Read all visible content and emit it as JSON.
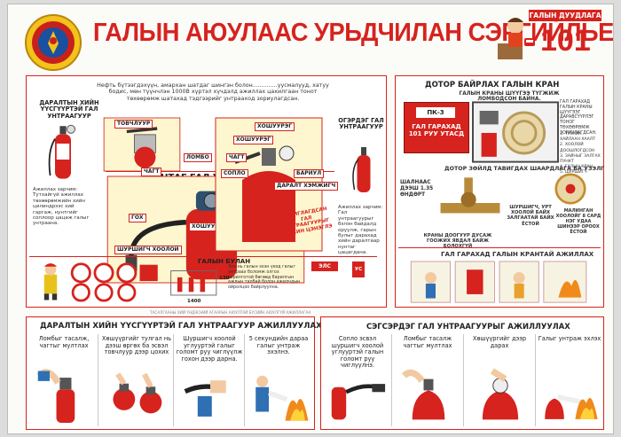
{
  "header": {
    "title": "ГАЛЫН АЮУЛААС УРЬДЧИЛАН СЭРГИЙЛЬЕ!",
    "hotline_label": "ГАЛЫН ДУУДЛАГА",
    "hotline_number": "101"
  },
  "left_panel": {
    "powder_title": "ДАРАЛТЫН ХИЙН ҮҮСГҮҮРТЭЙ ГАЛ УНТРААГУУР",
    "main_title": "НУНТАГ ГАЛ УНТРААГУУР",
    "intro": "Нефть бүтээгдэхүүн, амархан шатдаг шингэн болон..............уусмалууд, хатуу бодис, мөн түүнчлэн 1000В хүртэл хүчдэлд ажиллах цахилгаан тонот төхөөрөмж шатахад тэдгээрийг унтрааход зориулагдсан.",
    "gas_title": "ОГЭРДЭГ ГАЛ УНТРААГУУР",
    "labels": {
      "lever": "ТОВЧЛУУР",
      "seal": "ЛОМБО",
      "check": "ЧАГТ",
      "hose": "ШУРШИГЧ ХООЛОЙ",
      "body": "ХОШУУРЭГ",
      "gox": "ГОХ",
      "gas_lever": "ХОШУУРЭГ",
      "gas_check": "ЧАГТ",
      "gas_nozzle": "СОПЛО",
      "gauge": "БАРИУЛ",
      "pressure": "ДАРАЛТ ХЭМЖИГЧ"
    },
    "gas_note": "АШИГЛАГДСАН ГАЛ УНТРААГУУРЫГ ДАХИН ЦЭНЭГЛЭ",
    "side_note_left": "Ажиллах зарчим: Тутхайгүй ажиллах төхөөрөмжийн хийн цилиндрээс хий гаргаж, нунтгийг соплоор цацаж галыг унтраана.",
    "side_note_right": "Ажиллах зарчим: Гал унтраагуурыг бэлэн байдалд оруулж, гарын булыг дарахад хийн даралтаар нунтаг цацагдана."
  },
  "fire_shield": {
    "title": "ГАЛЫН БУЛАН",
    "measure_h": "1400",
    "measure_v": "130",
    "desc": "Энэ нь галын эхэн үеэд галыг унтраах боломж олгох зорилготой бөгөөд барилгын ажлын талбай болон ажилчдын ойролцоо байрлуулна.",
    "hydrant_tag": "ЭЛС",
    "extinguisher_tag": "УС"
  },
  "right_panel": {
    "title": "ДОТОР БАЙРЛАХ ГАЛЫН КРАН",
    "cabinet_caption": "ГАЛЫН КРАНЫ ШҮҮГЭЭ ТҮГЖИЖ ЛОМБОДСОН БАЙНА.",
    "cabinet_code": "ПК-3",
    "cabinet_call": "ГАЛ ГАРАХАД 101 РУУ УТАСД",
    "cabinet_note": "ГАЛ ГАРАХАД ГАЛЫН КРАНЫ ШҮҮГЭЭГ ДАРАВСҮҮРЛЭГ ТОНОГ ТӨХӨӨРӨМЖ ЗОРИУЛАГДСАН.",
    "checklist": [
      "ТУХАЙН ХАЙЛААН ХААЛТ",
      "ХООЛОЙ ДООШЛОГДСОН",
      "ЗАЙНЫГ ЗАЛГАХ ПУНКТ",
      "ГАЛЫН КРАН",
      "ШУРШИГЧ ХООЛОЙ",
      "СТВОЛ"
    ],
    "floor_caption": "ДОТОР ЗӨЙЛД ТАВИГДАХ ШААРДЛАГА БА УЗЭЛГ",
    "valve_height": "ШАЛНААС ДЭЭШ 1.35 ӨНДӨРТ",
    "hose_caption": "ШУРШИГЧ, УРТ ХООЛОЙ БАЙХ ЗАЛГААТАЙ БАЙХ ЁСТОЙ",
    "reel_caption": "МАЛИНГАН ХООЛОЙГ 8 САРД НЭГ УДАА ШИНЭЭР ОРООХ ЁСТОЙ",
    "pipe_caption": "КРАНЫ ДООГУУР ДУСАЖ ГООЖИХ ЯВДАЛ БАЙЖ БОЛОХГҮЙ",
    "usage_title": "ГАЛ ГАРАХАД ГАЛЫН КРАНТАЙ АЖИЛЛАХ"
  },
  "bottom_left": {
    "header_note": "ТАСАЛГААНЫ ХИЙ ҮНДЭСНИЙ АГААРЫН АЮУЛТАЙ БҮСИЙН АЮУЛГҮЙ АЖИЛЛАГАА",
    "title": "ДАРАЛТЫН ХИЙН ҮҮСГҮҮРТЭЙ ГАЛ УНТРААГУУР АЖИЛЛУУЛАХ",
    "steps": [
      "Ломбыг тасалж, чагтыг мултлах",
      "Хөшүүргийг тулгал нь дээш өргөх ба эсвэл товчлуур дээр цохих",
      "Шуршигч хоолой углууртэй галыг голомт руу чиглүүлж гохон дээр дарна.",
      "5 секундийн дараа галыг унтраж эхэлнэ."
    ]
  },
  "bottom_right": {
    "title": "СЭГСЭРДЭГ ГАЛ УНТРААГУУРЫГ АЖИЛЛУУЛАХ",
    "steps": [
      "Сопло эсвэл шуршигч хоолой углууртэй галын голомт руу чиглүүлнэ.",
      "Ломбыг тасалж чагтыг мултлах",
      "Хөшүүргийг дээр дарах",
      "Галыг унтраж эхлэх"
    ]
  },
  "colors": {
    "accent": "#d6231e",
    "panel_bg": "#ffffff",
    "poster_bg": "#fbfbf8",
    "yellow": "#f4c400"
  }
}
